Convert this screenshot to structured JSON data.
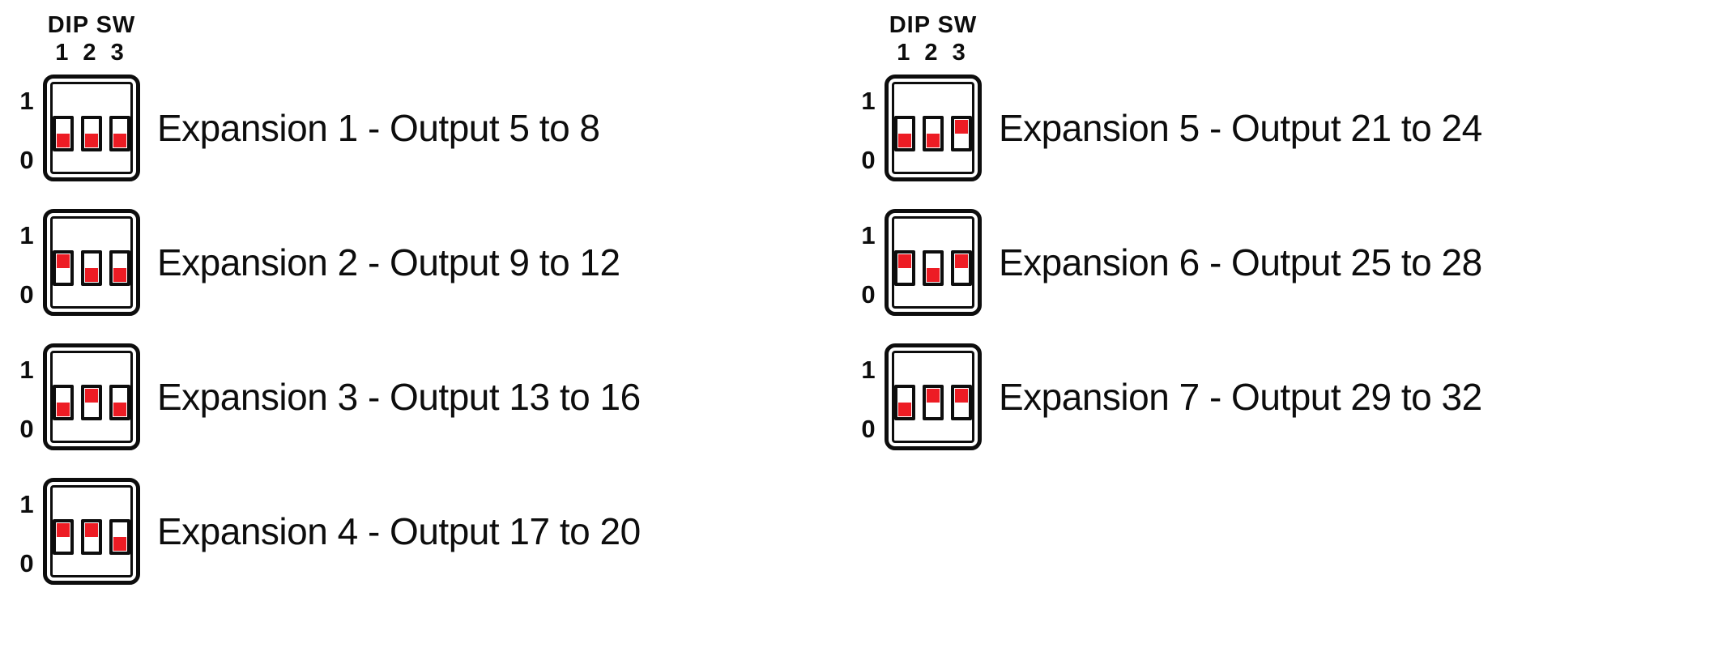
{
  "page": {
    "background": "#ffffff"
  },
  "colors": {
    "switch_handle_red": "#ED1C24",
    "outline_black": "#0d0d0d"
  },
  "header": {
    "title": "DIP SW",
    "switch_numbers": "1 2 3"
  },
  "level_labels": {
    "on": "1",
    "off": "0"
  },
  "columns": [
    {
      "show_header": true,
      "expansions": [
        {
          "label": "Expansion 1 - Output 5 to 8",
          "switches": [
            0,
            0,
            0
          ]
        },
        {
          "label": "Expansion 2 - Output 9 to 12",
          "switches": [
            1,
            0,
            0
          ]
        },
        {
          "label": "Expansion 3 - Output 13 to 16",
          "switches": [
            0,
            1,
            0
          ]
        },
        {
          "label": "Expansion 4 - Output 17 to 20",
          "switches": [
            1,
            1,
            0
          ]
        }
      ]
    },
    {
      "show_header": true,
      "expansions": [
        {
          "label": "Expansion 5 - Output 21 to 24",
          "switches": [
            0,
            0,
            1
          ]
        },
        {
          "label": "Expansion 6 - Output 25 to 28",
          "switches": [
            1,
            0,
            1
          ]
        },
        {
          "label": "Expansion 7 - Output 29 to 32",
          "switches": [
            0,
            1,
            1
          ]
        }
      ]
    }
  ]
}
